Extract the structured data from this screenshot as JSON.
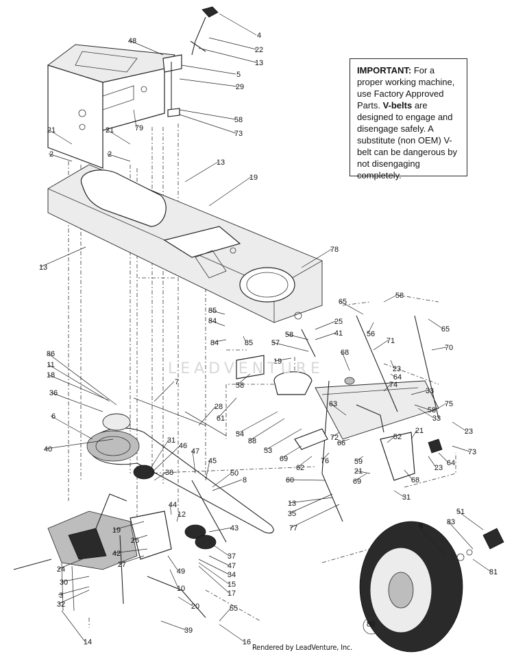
{
  "notice": {
    "heading": "IMPORTANT:",
    "text1": " For a proper working machine, use Factory Approved Parts. ",
    "vbelts": "V-belts",
    "text2": " are designed to engage and disengage safely. A substitute (non OEM) V-belt can be dangerous by not disengaging completely."
  },
  "watermark": "LEADVENTURE",
  "footer": "Rendered by LeadVenture, Inc.",
  "callouts": [
    "4",
    "22",
    "13",
    "48",
    "5",
    "29",
    "58",
    "73",
    "79",
    "21",
    "2",
    "21",
    "2",
    "13",
    "19",
    "13",
    "78",
    "85",
    "84",
    "84",
    "85",
    "25",
    "41",
    "58",
    "57",
    "19",
    "68",
    "65",
    "58",
    "65",
    "56",
    "71",
    "70",
    "23",
    "64",
    "33",
    "74",
    "58",
    "33",
    "75",
    "23",
    "73",
    "64",
    "23",
    "68",
    "52",
    "21",
    "31",
    "21",
    "69",
    "59",
    "66",
    "63",
    "72",
    "58",
    "61",
    "54",
    "88",
    "53",
    "69",
    "62",
    "76",
    "60",
    "13",
    "35",
    "77",
    "86",
    "11",
    "18",
    "36",
    "6",
    "7",
    "28",
    "31",
    "46",
    "47",
    "45",
    "40",
    "38",
    "50",
    "8",
    "44",
    "12",
    "43",
    "37",
    "47",
    "34",
    "15",
    "17",
    "49",
    "10",
    "19",
    "26",
    "42",
    "27",
    "24",
    "30",
    "3",
    "32",
    "20",
    "55",
    "39",
    "16",
    "14",
    "9",
    "51",
    "83",
    "81",
    "80",
    "82"
  ]
}
